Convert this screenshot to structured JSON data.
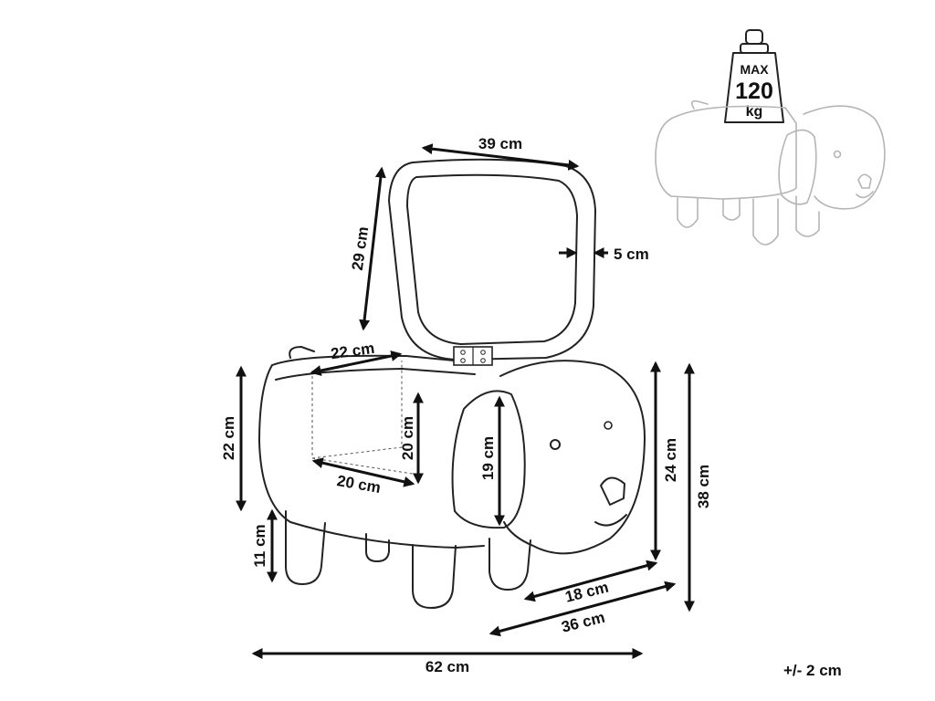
{
  "dimensions": {
    "lid_width": "39 cm",
    "lid_height": "29 cm",
    "lid_thickness": "5 cm",
    "inner_depth": "22 cm",
    "inner_height": "20 cm",
    "inner_width": "20 cm",
    "body_height": "22 cm",
    "leg_height": "11 cm",
    "head_height": "19 cm",
    "head_total_height": "24 cm",
    "total_height": "38 cm",
    "base_depth": "18 cm",
    "total_depth": "36 cm",
    "total_width": "62 cm"
  },
  "tolerance": "+/- 2 cm",
  "weight_badge": {
    "line1": "MAX",
    "line2": "120",
    "line3": "kg"
  }
}
